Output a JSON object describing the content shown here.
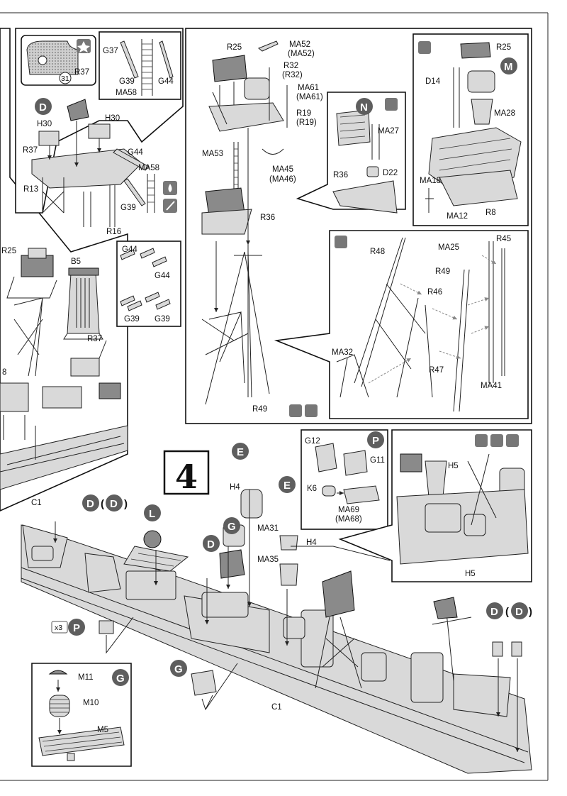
{
  "step": {
    "number": "4"
  },
  "badges": {
    "D": "D",
    "E": "E",
    "G": "G",
    "L": "L",
    "M": "M",
    "N": "N",
    "P": "P",
    "x3": "x3",
    "D_paren": "D (D)"
  },
  "icons": [
    "paint-glue-icon",
    "paint-drop-icon",
    "brush-icon",
    "star-icon",
    "scissors-icon"
  ],
  "labels": {
    "r37_detail": "R37",
    "n31": "31",
    "g37": "G37",
    "g39": "G39",
    "g44": "G44",
    "ma58": "MA58",
    "h30a": "H30",
    "h30b": "H30",
    "r37": "R37",
    "g44_b": "G44",
    "ma58_b": "MA58",
    "g39_b": "G39",
    "r13": "R13",
    "r16": "R16",
    "r25_left": "R25",
    "b5": "B5",
    "r37_left": "R37",
    "eight": "8",
    "g44_c": "G44",
    "g44_d": "G44",
    "g39_c": "G39",
    "g39_d": "G39",
    "c1_left": "C1",
    "r25": "R25",
    "ma52": "MA52",
    "ma52p": "(MA52)",
    "r32": "R32",
    "r32p": "(R32)",
    "ma61": "MA61",
    "ma61p": "(MA61)",
    "r19": "R19",
    "r19p": "(R19)",
    "ma53": "MA53",
    "ma45": "MA45",
    "ma46p": "(MA46)",
    "r36": "R36",
    "r36_b": "R36",
    "ma27": "MA27",
    "d22": "D22",
    "r25_r": "R25",
    "d14": "D14",
    "ma28": "MA28",
    "ma18": "MA18",
    "ma12": "MA12",
    "r8": "R8",
    "r48": "R48",
    "r46": "R46",
    "ma25": "MA25",
    "r45": "R45",
    "r49": "R49",
    "ma32": "MA32",
    "r47": "R47",
    "ma41": "MA41",
    "r49_b": "R49",
    "g12": "G12",
    "g11": "G11",
    "k6": "K6",
    "ma69": "MA69",
    "ma68p": "(MA68)",
    "h5a": "H5",
    "h5b": "H5",
    "h4a": "H4",
    "ma31": "MA31",
    "h4b": "H4",
    "ma35": "MA35",
    "m11": "M11",
    "m10": "M10",
    "m5": "M5",
    "c1": "C1"
  }
}
